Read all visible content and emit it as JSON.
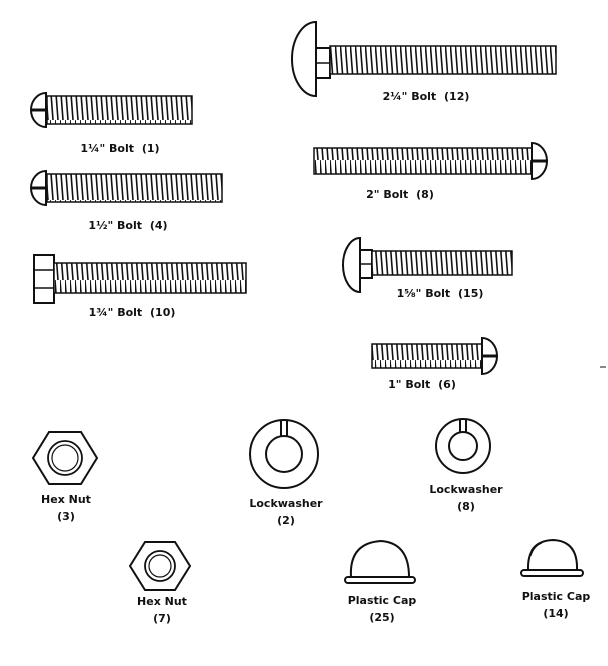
{
  "colors": {
    "ink": "#111111",
    "paper": "#ffffff"
  },
  "parts": [
    {
      "name": "1¼\" Bolt",
      "qty": "(1)"
    },
    {
      "name": "1½\" Bolt",
      "qty": "(4)"
    },
    {
      "name": "1¾\" Bolt",
      "qty": "(10)"
    },
    {
      "name": "2¼\" Bolt",
      "qty": "(12)"
    },
    {
      "name": "2\" Bolt",
      "qty": "(8)"
    },
    {
      "name": "1⅝\" Bolt",
      "qty": "(15)"
    },
    {
      "name": "1\" Bolt",
      "qty": "(6)"
    },
    {
      "name": "Hex Nut",
      "qty": "(3)"
    },
    {
      "name": "Lockwasher",
      "qty": "(2)"
    },
    {
      "name": "Lockwasher",
      "qty": "(8)"
    },
    {
      "name": "Hex Nut",
      "qty": "(7)"
    },
    {
      "name": "Plastic Cap",
      "qty": "(25)"
    },
    {
      "name": "Plastic Cap",
      "qty": "(14)"
    }
  ],
  "icons": {
    "round_head_bolt": "round-head-bolt-icon",
    "hex_head_bolt": "hex-head-bolt-icon",
    "carriage_bolt": "carriage-bolt-icon",
    "hex_nut": "hex-nut-icon",
    "lockwasher": "lockwasher-icon",
    "plastic_cap": "plastic-cap-icon"
  }
}
